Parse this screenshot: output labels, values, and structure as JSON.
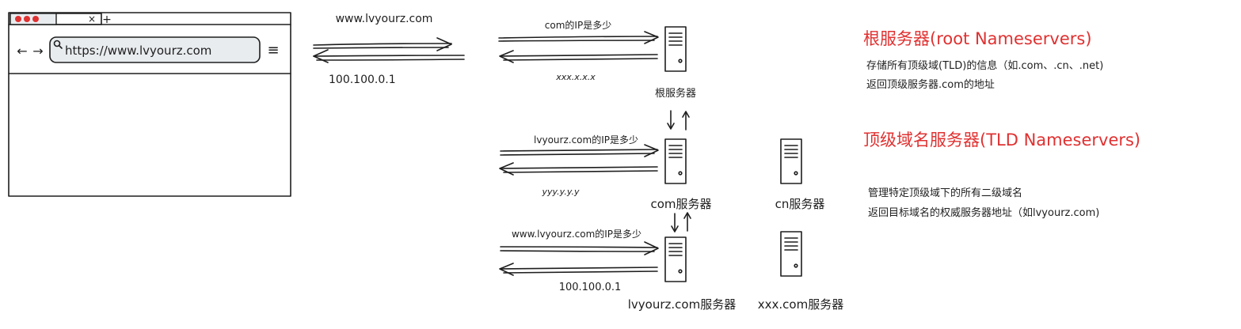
{
  "browser": {
    "tab_close": "×",
    "tab_new": "+",
    "back": "←",
    "forward": "→",
    "url": "https://www.lvyourz.com",
    "menu": "≡"
  },
  "flow_browser": {
    "request": "www.lvyourz.com",
    "response": "100.100.0.1"
  },
  "flow_root": {
    "request": "com的IP是多少",
    "response": "xxx.x.x.x"
  },
  "flow_com": {
    "request": "lvyourz.com的IP是多少",
    "response": "yyy.y.y.y"
  },
  "flow_auth": {
    "request": "www.lvyourz.com的IP是多少",
    "response": "100.100.0.1"
  },
  "servers": {
    "root": "根服务器",
    "com": "com服务器",
    "cn": "cn服务器",
    "lvyourz": "lvyourz.com服务器",
    "xxx": "xxx.com服务器"
  },
  "notes": {
    "root_title": "根服务器(root Nameservers)",
    "root_line1": "存储所有顶级域(TLD)的信息（如.com、.cn、.net)",
    "root_line2": "返回顶级服务器.com的地址",
    "tld_title": "顶级域名服务器(TLD Nameservers)",
    "tld_line1": "管理特定顶级域下的所有二级域名",
    "tld_line2": "返回目标域名的权威服务器地址（如lvyourz.com)"
  },
  "colors": {
    "title_red": "#e03131",
    "ink": "#1e1e1e",
    "window_dots": [
      "#e03131",
      "#e03131",
      "#e03131"
    ]
  }
}
